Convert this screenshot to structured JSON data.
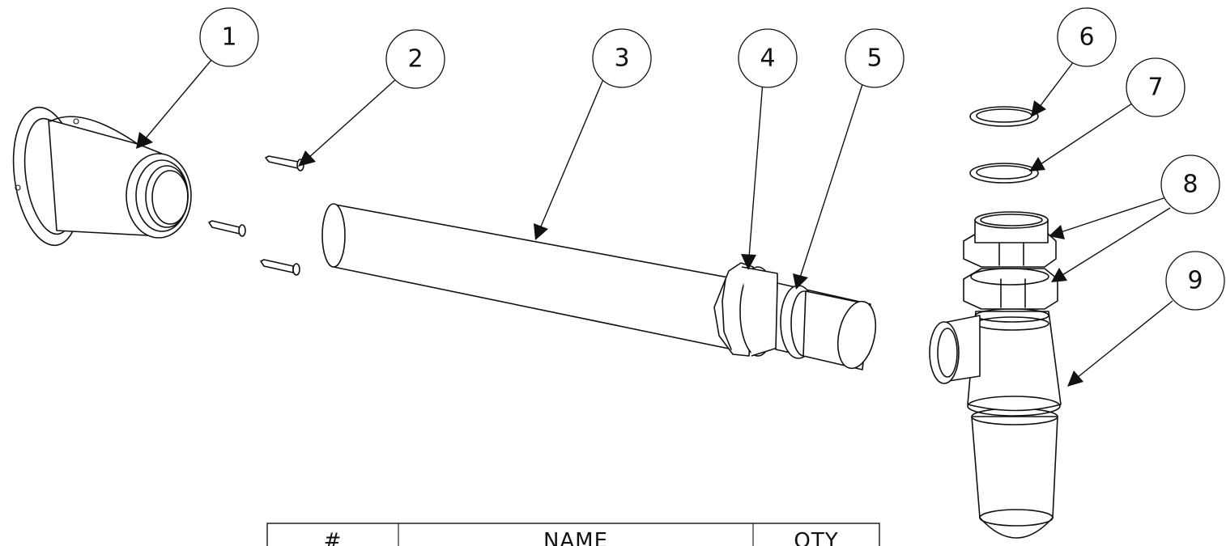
{
  "balloons": [
    {
      "label": "1"
    },
    {
      "label": "2"
    },
    {
      "label": "3"
    },
    {
      "label": "4"
    },
    {
      "label": "5"
    },
    {
      "label": "6"
    },
    {
      "label": "7"
    },
    {
      "label": "8"
    },
    {
      "label": "9"
    }
  ],
  "bom_table": {
    "headers": [
      "#",
      "NAME",
      "QTY"
    ]
  }
}
